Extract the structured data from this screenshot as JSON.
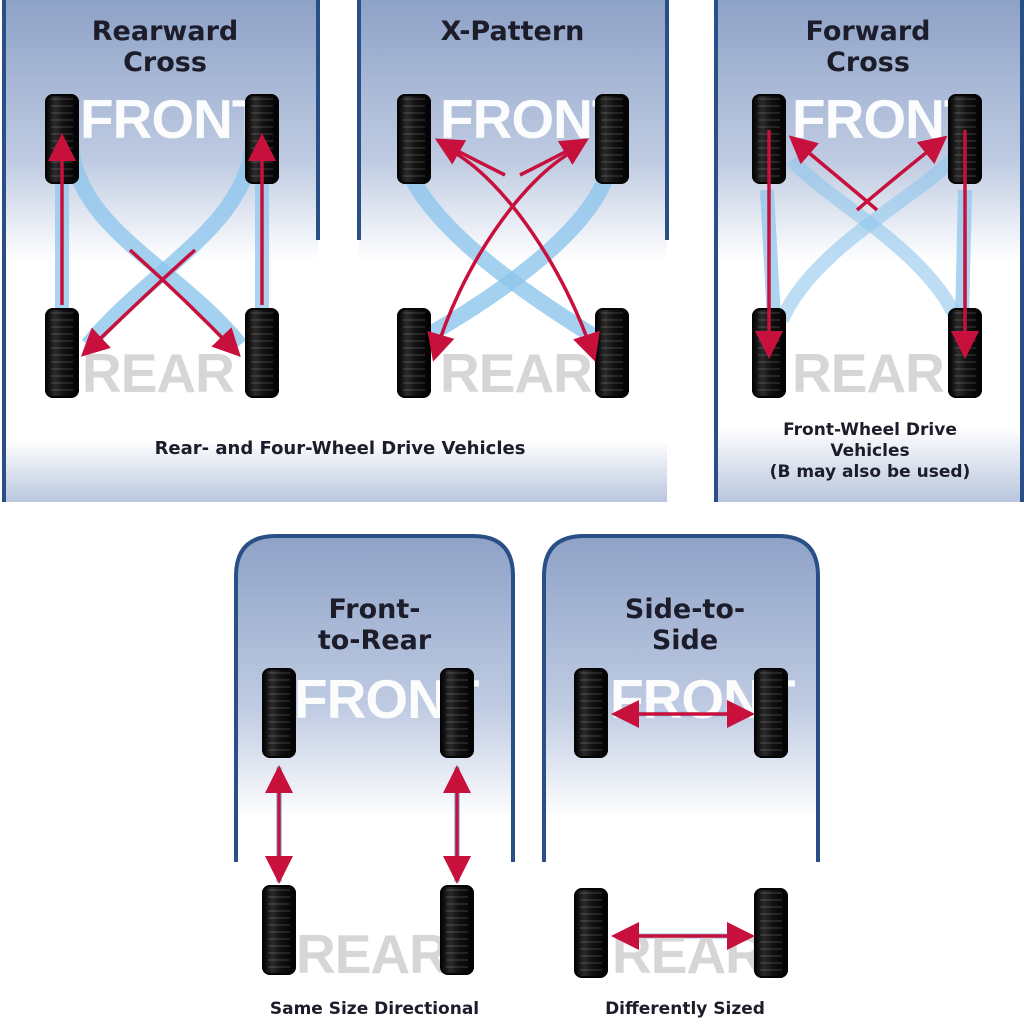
{
  "panels": [
    {
      "id": "rearward-cross",
      "title": "Rearward\nCross",
      "front": "FRONT",
      "rear": "REAR"
    },
    {
      "id": "x-pattern",
      "title": "X-Pattern",
      "front": "FRONT",
      "rear": "REAR"
    },
    {
      "id": "forward-cross",
      "title": "Forward\nCross",
      "front": "FRONT",
      "rear": "REAR"
    },
    {
      "id": "front-to-rear",
      "title": "Front-\nto-Rear",
      "front": "FRONT",
      "rear": "REAR"
    },
    {
      "id": "side-to-side",
      "title": "Side-to-\nSide",
      "front": "FRONT",
      "rear": "REAR"
    }
  ],
  "captions": {
    "rear_four_wheel": "Rear- and Four-Wheel Drive Vehicles",
    "front_wheel": "Front-Wheel Drive\nVehicles\n(B may also be used)",
    "same_size": "Same Size Directional",
    "differently_sized": "Differently Sized"
  },
  "colors": {
    "panel_top": "#8fa3c8",
    "panel_mid": "#c9d3e6",
    "panel_border": "#2a4f86",
    "arrow_red": "#c8103c",
    "arrow_blue": "#8fc6ec",
    "tire": "#0a0a0a"
  }
}
